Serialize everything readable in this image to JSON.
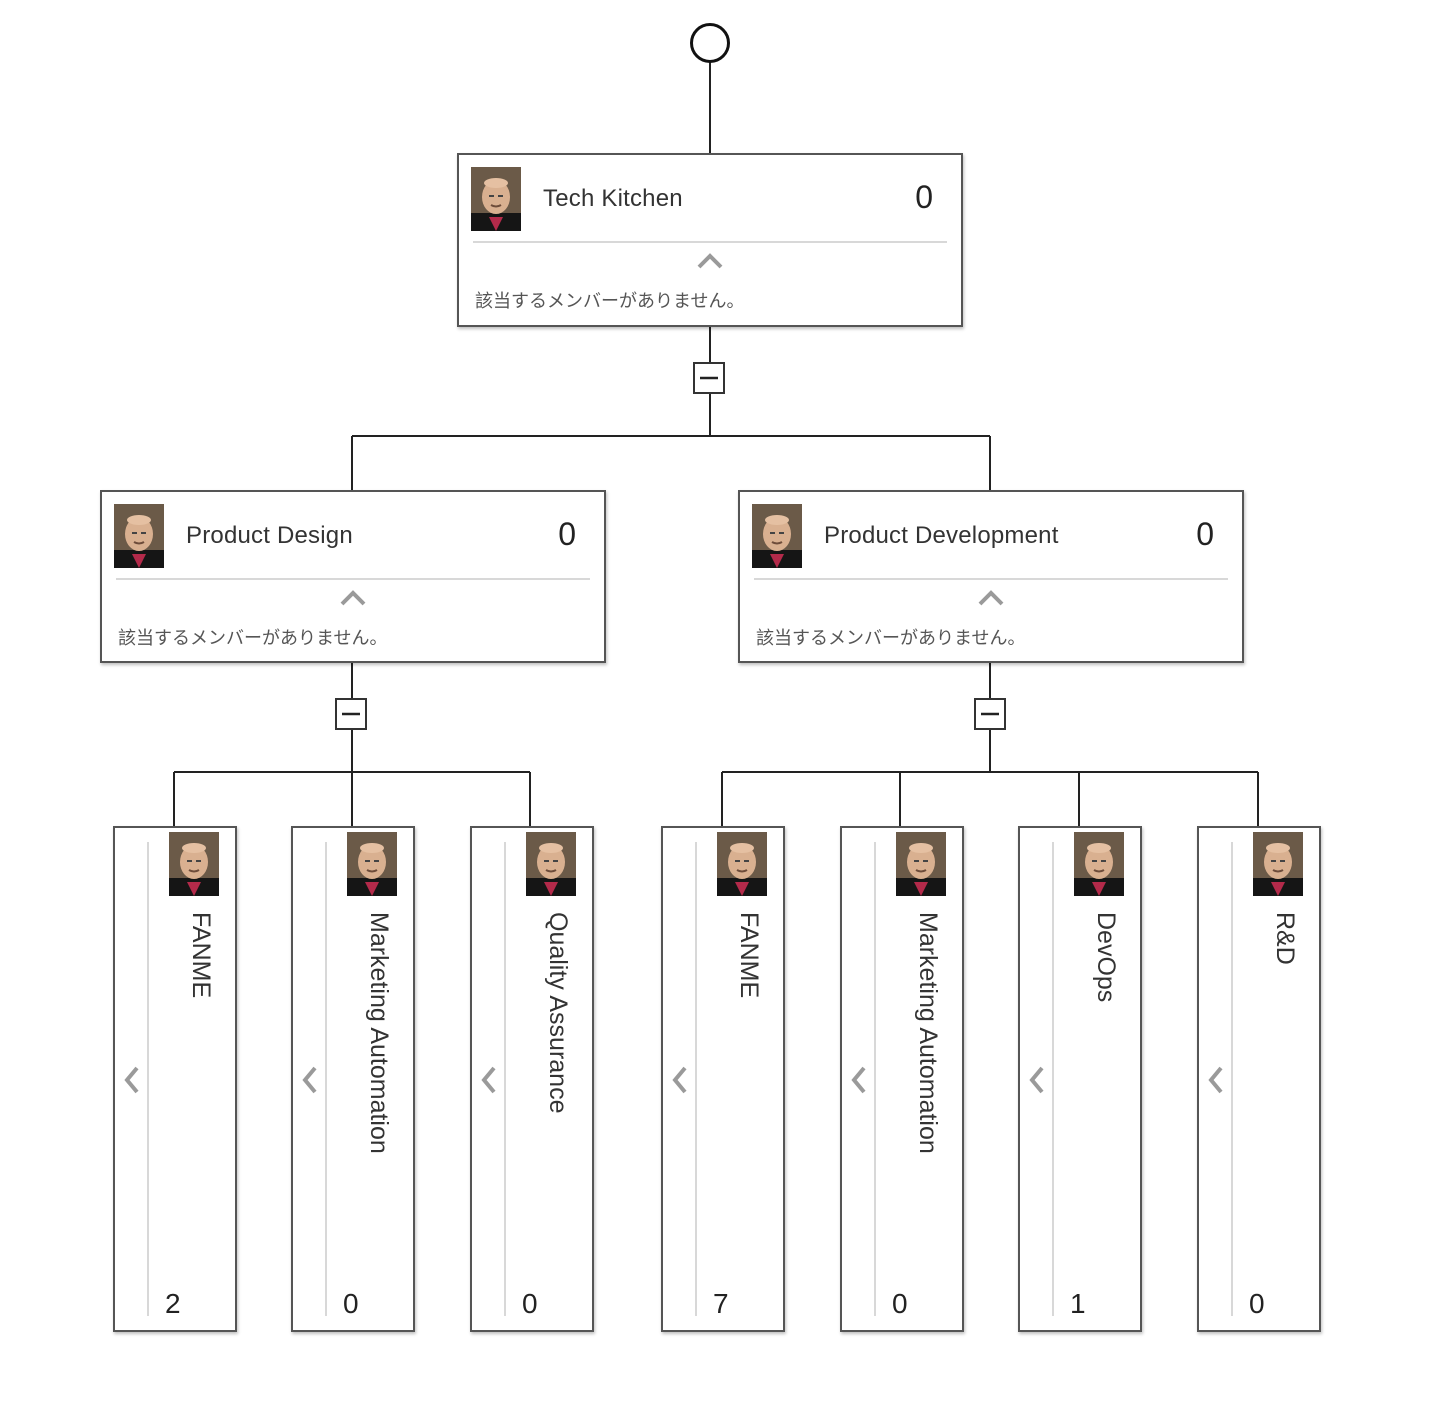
{
  "root": {
    "name": "Tech Kitchen",
    "count": "0",
    "empty_text": "該当するメンバーがありません。",
    "avatar_icon": "person-avatar-icon",
    "children": [
      {
        "name": "Product Design",
        "count": "0",
        "empty_text": "該当するメンバーがありません。",
        "avatar_icon": "person-avatar-icon",
        "children": [
          {
            "name": "FANME",
            "count": "2"
          },
          {
            "name": "Marketing Automation",
            "count": "0"
          },
          {
            "name": "Quality Assurance",
            "count": "0"
          }
        ]
      },
      {
        "name": "Product Development",
        "count": "0",
        "empty_text": "該当するメンバーがありません。",
        "avatar_icon": "person-avatar-icon",
        "children": [
          {
            "name": "FANME",
            "count": "7"
          },
          {
            "name": "Marketing Automation",
            "count": "0"
          },
          {
            "name": "DevOps",
            "count": "1"
          },
          {
            "name": "R&D",
            "count": "0"
          }
        ]
      }
    ]
  },
  "icons": {
    "root_node": "circle-node-icon",
    "collapse": "minus-collapse-icon",
    "collapse_panel": "chevron-up-icon",
    "expand_panel": "chevron-left-icon"
  },
  "colors": {
    "line": "#222222",
    "card_border": "#555555",
    "divider": "#d8d8d8",
    "chevron": "#9a9a9a"
  }
}
